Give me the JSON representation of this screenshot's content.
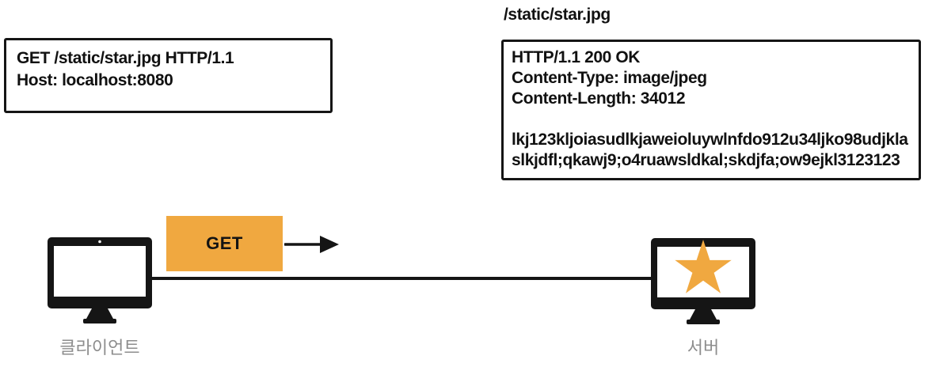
{
  "request_box": {
    "line1": "GET /static/star.jpg HTTP/1.1",
    "line2": "Host: localhost:8080"
  },
  "response_panel": {
    "title": "/static/star.jpg",
    "status_line": "HTTP/1.1 200 OK",
    "header_content_type": "Content-Type: image/jpeg",
    "header_content_length": "Content-Length: 34012",
    "body_line1": "lkj123kljoiasudlkjaweioluywlnfdo912u34ljko98udjkla",
    "body_line2": "slkjdfl;qkawj9;o4ruawsldkal;skdjfa;ow9ejkl3123123"
  },
  "flow": {
    "method_label": "GET",
    "client_label": "클라이언트",
    "server_label": "서버"
  },
  "icons": {
    "client": "client-monitor-icon",
    "server": "server-monitor-icon",
    "star": "star-icon",
    "arrow": "arrow-right-icon",
    "camera": "camera-dot-icon"
  },
  "colors": {
    "accent_orange": "#F0A840",
    "ink": "#151515",
    "label_gray": "#8D8D8D",
    "background": "#FFFFFF"
  }
}
